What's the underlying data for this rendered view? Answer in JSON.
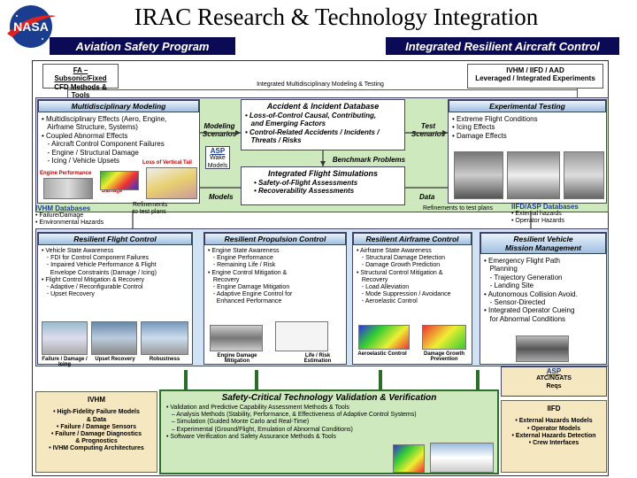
{
  "header": {
    "title": "IRAC Research & Technology Integration",
    "bar_left": "Aviation Safety Program",
    "bar_right": "Integrated Resilient Aircraft Control",
    "logo_text": "NASA"
  },
  "top": {
    "fa_title": "FA – Subsonic/Fixed",
    "fa_sub": "CFD Methods & Tools",
    "ivhm_title": "IVHM / IIFD / AAD",
    "ivhm_sub": "Leveraged / Integrated Experiments",
    "imt": "Integrated Multidisciplinary Modeling & Testing"
  },
  "multi": {
    "title": "Multidisciplinary Modeling",
    "items": [
      "• Multidisciplinary Effects (Aero, Engine,",
      "   Airframe Structure, Systems)",
      "• Coupled Abnormal Effects",
      "   - Aircraft Control Component Failures",
      "   - Engine / Structural Damage",
      "   - Icing / Vehicle Upsets"
    ],
    "loss_label": "Loss of Vertical Tail",
    "engine_perf": "Engine Performance",
    "damage": "Damage"
  },
  "accident": {
    "title": "Accident & Incident Database",
    "items": [
      "• Loss-of-Control Causal, Contributing,",
      "   and Emerging Factors",
      "• Control-Related Accidents / Incidents /",
      "   Threats / Risks"
    ]
  },
  "exp": {
    "title": "Experimental Testing",
    "items": [
      "• Extreme Flight Conditions",
      "• Icing Effects",
      "• Damage Effects"
    ]
  },
  "flows": {
    "modeling_scenarios": "Modeling\nScenarios",
    "test_scenarios": "Test\nScenarios",
    "asp": "ASP",
    "wake": "Wake\nModels",
    "benchmark": "Benchmark Problems",
    "models": "Models",
    "data": "Data",
    "refinements_left": "Refinements\nto test plans",
    "refinements_right": "Refinements to test plans"
  },
  "ifs": {
    "title": "Integrated Flight Simulations",
    "items": [
      "• Safety-of-Flight Assessments",
      "• Recoverability Assessments"
    ]
  },
  "ivhm_db": {
    "title": "IVHM Databases",
    "items": [
      "• Failure/Damage",
      "• Environmental Hazards"
    ]
  },
  "iifd_db": {
    "title": "IIFD/ASP Databases",
    "items": [
      "• External hazards",
      "• Operator Hazards"
    ]
  },
  "rfc": {
    "title": "Resilient Flight Control",
    "items": [
      "• Vehicle State Awareness",
      "   - FDI for Control Component Failures",
      "   - Impaired Vehicle Performance & Flight",
      "     Envelope Constraints (Damage / Icing)",
      "• Flight Control Mitigation & Recovery",
      "   - Adaptive / Reconfigurable Control",
      "   - Upset Recovery"
    ],
    "captions": [
      "Failure / Damage / Icing",
      "Upset Recovery",
      "Robustness"
    ]
  },
  "rpc": {
    "title": "Resilient Propulsion Control",
    "items": [
      "• Engine State Awareness",
      "   - Engine Performance",
      "   - Remaining Life / Risk",
      "• Engine Control Mitigation &",
      "   Recovery",
      "   - Engine Damage Mitigation",
      "   - Adaptive Engine Control for",
      "     Enhanced Performance"
    ],
    "captions": [
      "Engine Damage Mitigation",
      "Life / Risk Estimation"
    ]
  },
  "rac": {
    "title": "Resilient Airframe Control",
    "items": [
      "• Airframe State Awareness",
      "   - Structural Damage Detection",
      "   - Damage Growth Prediction",
      "• Structural Control Mitigation &",
      "   Recovery",
      "   - Load Alleviation",
      "   - Mode Suppression / Avoidance",
      "   - Aeroelastic Control"
    ],
    "captions": [
      "Aeroelastic Control",
      "Damage Growth Prevention"
    ]
  },
  "rvm": {
    "title": "Resilient Vehicle\nMission Management",
    "items": [
      "• Emergency Flight Path",
      "   Planning",
      "   - Trajectory Generation",
      "   - Landing Site",
      "• Autonomous Collision Avoid.",
      "   - Sensor-Directed",
      "• Integrated Operator Cueing",
      "   for Abnormal Conditions"
    ]
  },
  "bottom": {
    "ivhm": {
      "title": "IVHM",
      "items": [
        "• High-Fidelity Failure Models",
        "& Data",
        "• Failure / Damage Sensors",
        "• Failure / Damage Diagnostics",
        "& Prognostics",
        "• IVHM Computing Architectures"
      ]
    },
    "safety": {
      "title": "Safety-Critical Technology Validation & Verification",
      "items": [
        "• Validation and Predictive Capability Assessment Methods & Tools",
        "   – Analysis Methods (Stability, Performance, & Effectiveness of Adaptive Control Systems)",
        "   – Simulation (Guided Monte Carlo and Real-Time)",
        "   – Experimental (Ground/Flight, Emulation of Abnormal Conditions)",
        "• Software Verification and Safety Assurance Methods & Tools"
      ]
    },
    "asp": {
      "title": "ASP",
      "sub": "ATC/NGATS\nReqs"
    },
    "iifd": {
      "title": "IIFD",
      "items": [
        "• External Hazards Models",
        "• Operator Models",
        "• External Hazards Detection",
        "• Crew Interfaces"
      ]
    }
  },
  "colors": {
    "bar": "#0b0b55",
    "panel_blue": "#cfe3f4",
    "panel_green": "#cfe9bf",
    "panel_tan": "#f5e7c0",
    "emphasis_red": "#c00000"
  }
}
